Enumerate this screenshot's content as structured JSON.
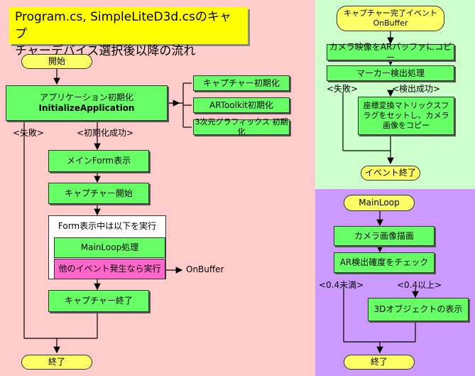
{
  "title": {
    "line1": "Program.cs, SimpleLiteD3d.csのキャプ",
    "line2": "チャーデバイス選択後以降の流れ"
  },
  "left": {
    "start": "開始",
    "init_line1": "アプリケーション初期化",
    "init_line2": "InitializeApplication",
    "sub_items": [
      "キャプチャー初期化",
      "ARToolkit初期化",
      "3次元グラフィックス 初期化"
    ],
    "fail_label": "<失敗>",
    "success_label": "<初期化成功>",
    "main_form": "メインForm表示",
    "capture_start": "キャプチャー開始",
    "loop_header": "Form表示中は以下を実行",
    "mainloop_proc": "MainLoop処理",
    "other_event": "他のイベント発生なら実行",
    "onbuffer_label": "OnBuffer",
    "capture_end": "キャプチャー終了",
    "end": "終了"
  },
  "right_top": {
    "event_start_line1": "キャプチャー完了イベント",
    "event_start_line2": "OnBuffer",
    "copy_camera": "カメラ映像をARバッファにコピー",
    "marker_detect": "マーカー検出処理",
    "fail_label": "<失敗>",
    "success_label": "<検出成功>",
    "matrix_text": "座標変換マトリックスフラグをセットし、カメラ画像をコピー",
    "event_end": "イベント終了"
  },
  "right_bottom": {
    "start": "MainLoop",
    "draw_camera": "カメラ画像描画",
    "check_ar": "AR検出確度をチェック",
    "low_label": "<0.4未満>",
    "high_label": "<0.4以上>",
    "show_3d": "3Dオブジェクトの表示",
    "end": "終了"
  },
  "colors": {
    "left_bg": "#ffcccc",
    "right_top_bg": "#ccffcc",
    "right_bottom_bg": "#cc99ff",
    "box": "#66ff66",
    "pill": "#ffff66",
    "title_bg": "#ffff00",
    "event_box": "#ff66cc"
  }
}
